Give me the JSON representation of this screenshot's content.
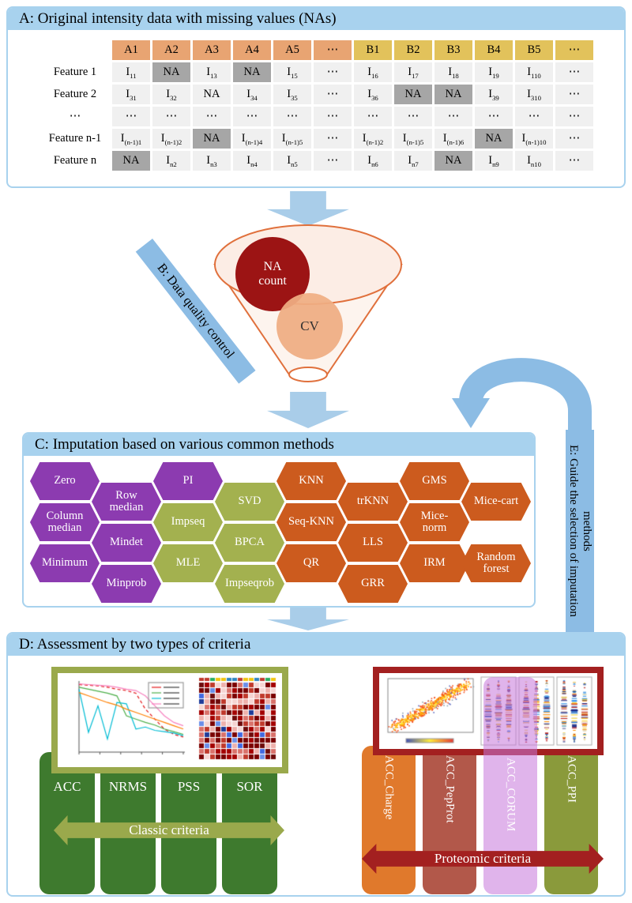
{
  "colors": {
    "accent_blue": "#A9CDE9",
    "header_blue": "#A8D2EE",
    "bar_blue": "#8CBCE4",
    "purple": "#8C3BB0",
    "olive": "#A3B14F",
    "orange": "#CC5B1E",
    "na_gray": "#A6A6A6",
    "cell_gray": "#F0F0F0",
    "hdr_a": "#E8A472",
    "hdr_b": "#E2C25B",
    "funnel_outline": "#E0703C",
    "na_circle": "#9C1414",
    "cv_circle": "#F0AE83",
    "classic_green": "#3E7A2E",
    "classic_olive": "#9AA94C",
    "proteomic_red": "#A32020"
  },
  "panelA": {
    "title": "A: Original intensity data with missing values (NAs)",
    "table": {
      "headers": [
        {
          "label": "A1",
          "g": "a"
        },
        {
          "label": "A2",
          "g": "a"
        },
        {
          "label": "A3",
          "g": "a"
        },
        {
          "label": "A4",
          "g": "a"
        },
        {
          "label": "A5",
          "g": "a"
        },
        {
          "label": "⋯",
          "g": "a"
        },
        {
          "label": "B1",
          "g": "b"
        },
        {
          "label": "B2",
          "g": "b"
        },
        {
          "label": "B3",
          "g": "b"
        },
        {
          "label": "B4",
          "g": "b"
        },
        {
          "label": "B5",
          "g": "b"
        },
        {
          "label": "⋯",
          "g": "b"
        }
      ],
      "rows": [
        {
          "label": "Feature 1",
          "cells": [
            {
              "v": "I_{11}"
            },
            {
              "v": "NA",
              "na": true
            },
            {
              "v": "I_{13}"
            },
            {
              "v": "NA",
              "na": true
            },
            {
              "v": "I_{15}"
            },
            {
              "v": "⋯"
            },
            {
              "v": "I_{16}"
            },
            {
              "v": "I_{17}"
            },
            {
              "v": "I_{18}"
            },
            {
              "v": "I_{19}"
            },
            {
              "v": "I_{110}"
            },
            {
              "v": "⋯"
            }
          ]
        },
        {
          "label": "Feature 2",
          "cells": [
            {
              "v": "I_{31}"
            },
            {
              "v": "I_{32}"
            },
            {
              "v": "NA"
            },
            {
              "v": "I_{34}"
            },
            {
              "v": "I_{35}"
            },
            {
              "v": "⋯"
            },
            {
              "v": "I_{36}"
            },
            {
              "v": "NA",
              "na": true
            },
            {
              "v": "NA",
              "na": true
            },
            {
              "v": "I_{39}"
            },
            {
              "v": "I_{310}"
            },
            {
              "v": "⋯"
            }
          ]
        },
        {
          "label": "⋯",
          "cells": [
            {
              "v": "⋯"
            },
            {
              "v": "⋯"
            },
            {
              "v": "⋯"
            },
            {
              "v": "⋯"
            },
            {
              "v": "⋯"
            },
            {
              "v": "⋯"
            },
            {
              "v": "⋯"
            },
            {
              "v": "⋯"
            },
            {
              "v": "⋯"
            },
            {
              "v": "⋯"
            },
            {
              "v": "⋯"
            },
            {
              "v": "⋯"
            }
          ]
        },
        {
          "label": "Feature n-1",
          "cells": [
            {
              "v": "I_{(n-1)1}"
            },
            {
              "v": "I_{(n-1)2}"
            },
            {
              "v": "NA",
              "na": true
            },
            {
              "v": "I_{(n-1)4}"
            },
            {
              "v": "I_{(n-1)5}"
            },
            {
              "v": "⋯"
            },
            {
              "v": "I_{(n-1)2}"
            },
            {
              "v": "I_{(n-1)5}"
            },
            {
              "v": "I_{(n-1)6}"
            },
            {
              "v": "NA",
              "na": true
            },
            {
              "v": "I_{(n-1)10}"
            },
            {
              "v": "⋯"
            }
          ]
        },
        {
          "label": "Feature n",
          "cells": [
            {
              "v": "NA",
              "na": true
            },
            {
              "v": "I_{n2}"
            },
            {
              "v": "I_{n3}"
            },
            {
              "v": "I_{n4}"
            },
            {
              "v": "I_{n5}"
            },
            {
              "v": "⋯"
            },
            {
              "v": "I_{n6}"
            },
            {
              "v": "I_{n7}"
            },
            {
              "v": "NA",
              "na": true
            },
            {
              "v": "I_{n9}"
            },
            {
              "v": "I_{n10}"
            },
            {
              "v": "⋯"
            }
          ]
        }
      ]
    }
  },
  "panelB": {
    "label": "B: Data quality control",
    "na_bubble": "NA count",
    "cv_bubble": "CV"
  },
  "panelC": {
    "title": "C: Imputation based on various common methods",
    "methods": [
      {
        "label": "Zero",
        "g": "purple",
        "c": 0,
        "r": 0
      },
      {
        "label": "Column median",
        "g": "purple",
        "c": 0,
        "r": 1
      },
      {
        "label": "Minimum",
        "g": "purple",
        "c": 0,
        "r": 2
      },
      {
        "label": "Row median",
        "g": "purple",
        "c": 1,
        "r": 0
      },
      {
        "label": "Mindet",
        "g": "purple",
        "c": 1,
        "r": 1
      },
      {
        "label": "Minprob",
        "g": "purple",
        "c": 1,
        "r": 2
      },
      {
        "label": "PI",
        "g": "purple",
        "c": 2,
        "r": 0
      },
      {
        "label": "Impseq",
        "g": "olive",
        "c": 2,
        "r": 1
      },
      {
        "label": "MLE",
        "g": "olive",
        "c": 2,
        "r": 2
      },
      {
        "label": "SVD",
        "g": "olive",
        "c": 3,
        "r": 0
      },
      {
        "label": "BPCA",
        "g": "olive",
        "c": 3,
        "r": 1
      },
      {
        "label": "Impseqrob",
        "g": "olive",
        "c": 3,
        "r": 2
      },
      {
        "label": "KNN",
        "g": "orange",
        "c": 4,
        "r": 0
      },
      {
        "label": "Seq-KNN",
        "g": "orange",
        "c": 4,
        "r": 1
      },
      {
        "label": "QR",
        "g": "orange",
        "c": 4,
        "r": 2
      },
      {
        "label": "trKNN",
        "g": "orange",
        "c": 5,
        "r": 0
      },
      {
        "label": "LLS",
        "g": "orange",
        "c": 5,
        "r": 1
      },
      {
        "label": "GRR",
        "g": "orange",
        "c": 5,
        "r": 2
      },
      {
        "label": "GMS",
        "g": "orange",
        "c": 6,
        "r": 0
      },
      {
        "label": "Mice-norm",
        "g": "orange",
        "c": 6,
        "r": 1
      },
      {
        "label": "IRM",
        "g": "orange",
        "c": 6,
        "r": 2
      },
      {
        "label": "Mice-cart",
        "g": "orange",
        "c": 7,
        "r": 0
      },
      {
        "label": "Random forest",
        "g": "orange",
        "c": 7,
        "r": 1.5
      }
    ]
  },
  "panelD": {
    "title": "D: Assessment by two types of criteria",
    "classic": {
      "pillars": [
        "ACC",
        "NRMS",
        "PSS",
        "SOR"
      ],
      "arrow_label": "Classic criteria",
      "charts": [
        "classic-line-chart",
        "correlation-heatmap"
      ]
    },
    "proteomic": {
      "pillars": [
        {
          "label": "ACC_Charge",
          "color": "#E0792C"
        },
        {
          "label": "ACC_PepProt",
          "color": "#B2584A"
        },
        {
          "label": "ACC_CORUM",
          "color": "rgba(199,119,219,0.55)",
          "overlay": true
        },
        {
          "label": "ACC_PPI",
          "color": "#8A9A3B"
        }
      ],
      "arrow_label": "Proteomic criteria",
      "charts": [
        "density-scatter-plot",
        "violin-plots"
      ]
    }
  },
  "panelE": {
    "label": "E: Guide the selection of imputation methods"
  }
}
